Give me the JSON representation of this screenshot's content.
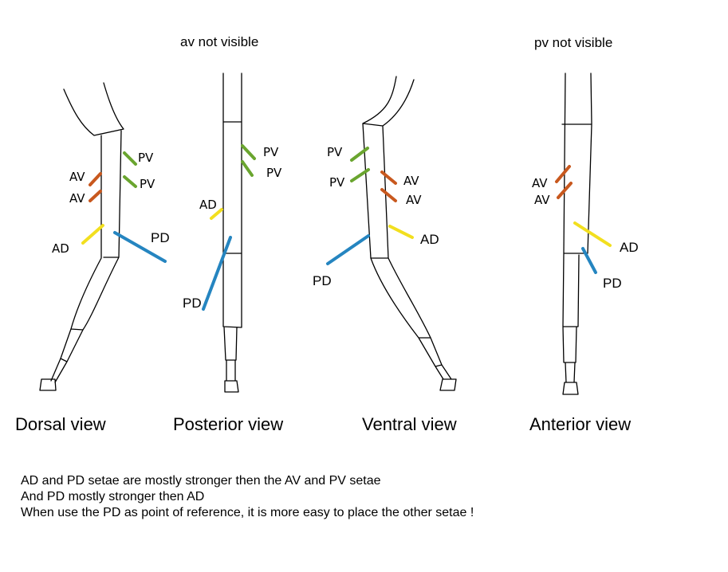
{
  "notes": {
    "top_left": "av not visible",
    "top_right": "pv not visible"
  },
  "views": {
    "dorsal": {
      "caption": "Dorsal view",
      "labels": {
        "pv1": "PV",
        "pv2": "PV",
        "av1": "AV",
        "av2": "AV",
        "ad": "AD",
        "pd": "PD"
      }
    },
    "posterior": {
      "caption": "Posterior view",
      "labels": {
        "pv1": "PV",
        "pv2": "PV",
        "ad": "AD",
        "pd": "PD"
      }
    },
    "ventral": {
      "caption": "Ventral view",
      "labels": {
        "pv1": "PV",
        "pv2": "PV",
        "av1": "AV",
        "av2": "AV",
        "ad": "AD",
        "pd": "PD"
      }
    },
    "anterior": {
      "caption": "Anterior view",
      "labels": {
        "av1": "AV",
        "av2": "AV",
        "ad": "AD",
        "pd": "PD"
      }
    }
  },
  "legend_colors": {
    "PV": "#6aa52f",
    "AV": "#c8581e",
    "AD": "#f2df1f",
    "PD": "#2585c0"
  },
  "explanation": {
    "line1": "AD and PD setae are mostly stronger then the AV and PV setae",
    "line2": "And PD mostly stronger then AD",
    "line3": "When use the PD as point of reference, it is more easy to place the other setae !"
  }
}
